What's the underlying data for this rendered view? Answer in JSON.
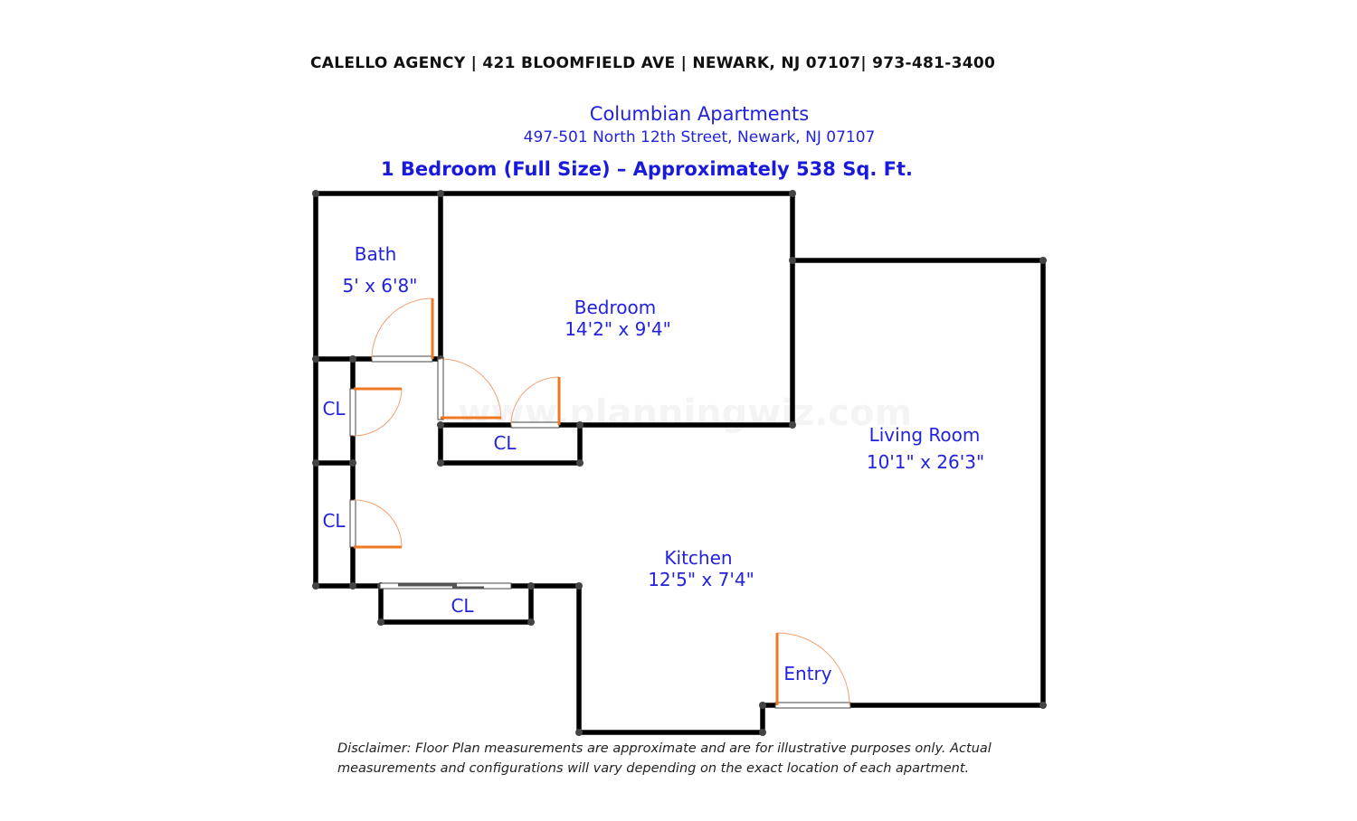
{
  "header": {
    "agency_line": "CALELLO AGENCY | 421 BLOOMFIELD AVE | NEWARK, NJ 07107| 973-481-3400",
    "building_name": "Columbian Apartments",
    "building_address": "497-501 North 12th Street, Newark, NJ 07107",
    "unit_title": "1 Bedroom (Full Size) – Approximately 538 Sq. Ft."
  },
  "rooms": {
    "bath": {
      "name": "Bath",
      "size": "5' x 6'8\""
    },
    "bedroom": {
      "name": "Bedroom",
      "size": "14'2\" x 9'4\""
    },
    "living_room": {
      "name": "Living Room",
      "size": "10'1\" x 26'3\""
    },
    "kitchen": {
      "name": "Kitchen",
      "size": "12'5\" x 7'4\""
    },
    "closet_left_upper": {
      "name": "CL"
    },
    "closet_left_lower": {
      "name": "CL"
    },
    "closet_hall": {
      "name": "CL"
    },
    "closet_bottom": {
      "name": "CL"
    },
    "entry": {
      "name": "Entry"
    }
  },
  "watermark": "www.planningwiz.com",
  "disclaimer": {
    "line1": "Disclaimer: Floor Plan measurements are approximate and are for illustrative purposes only. Actual",
    "line2": "measurements and configurations will vary depending on the exact location of each apartment."
  },
  "colors": {
    "label_blue": "#2222dd",
    "title_blue": "#1a1adf",
    "wall": "#000000",
    "door": "#f07820",
    "door_arc": "#f4a070"
  }
}
